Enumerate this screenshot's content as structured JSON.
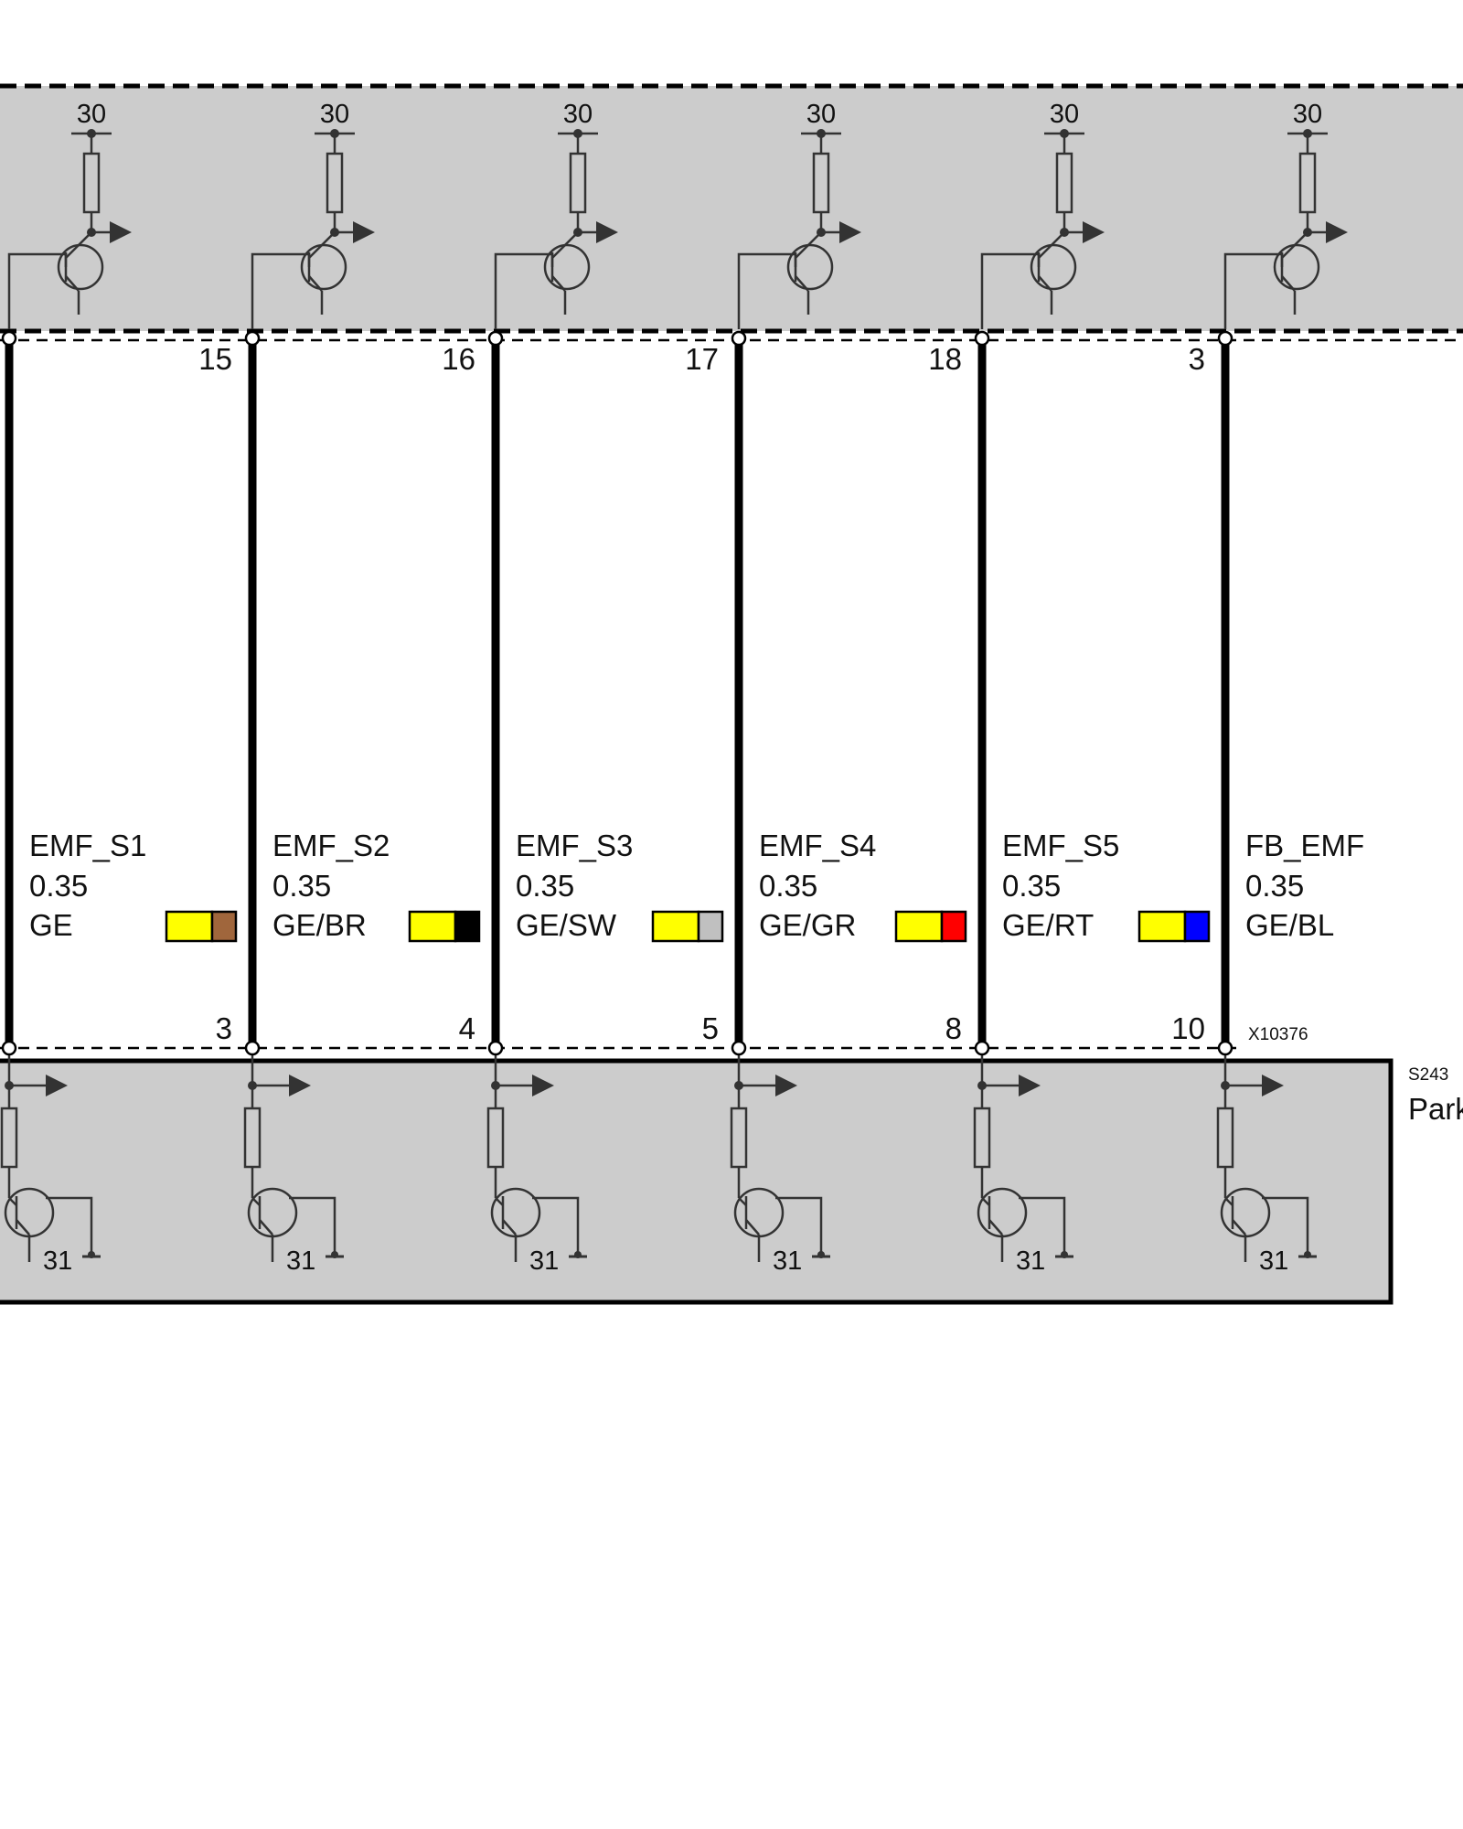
{
  "upper_module": {
    "supply_label": "30"
  },
  "lower_module": {
    "ground_label": "31",
    "id": "S243",
    "name_fragment": "Park"
  },
  "connector_lower": {
    "id": "X10376"
  },
  "wires": [
    {
      "signal": "EMF_S1",
      "size": "0.35",
      "color_code": "GE",
      "upper_pin": "15",
      "lower_pin": "3",
      "swatch": [
        "#ffff00",
        "#a0663c"
      ]
    },
    {
      "signal": "EMF_S2",
      "size": "0.35",
      "color_code": "GE/BR",
      "upper_pin": "16",
      "lower_pin": "4",
      "swatch": [
        "#ffff00",
        "#000000"
      ]
    },
    {
      "signal": "EMF_S3",
      "size": "0.35",
      "color_code": "GE/SW",
      "upper_pin": "17",
      "lower_pin": "5",
      "swatch": [
        "#ffff00",
        "#c0c0c0"
      ]
    },
    {
      "signal": "EMF_S4",
      "size": "0.35",
      "color_code": "GE/GR",
      "upper_pin": "18",
      "lower_pin": "8",
      "swatch": [
        "#ffff00",
        "#ff0000"
      ]
    },
    {
      "signal": "EMF_S5",
      "size": "0.35",
      "color_code": "GE/RT",
      "upper_pin": "3",
      "lower_pin": "10",
      "swatch": [
        "#ffff00",
        "#0000ff"
      ]
    },
    {
      "signal": "FB_EMF",
      "size": "0.35",
      "color_code": "GE/BL",
      "upper_pin": "",
      "lower_pin": "",
      "swatch": []
    }
  ],
  "colors": {
    "module_fill": "#cccccc",
    "line": "#333333",
    "wire": "#000000"
  }
}
